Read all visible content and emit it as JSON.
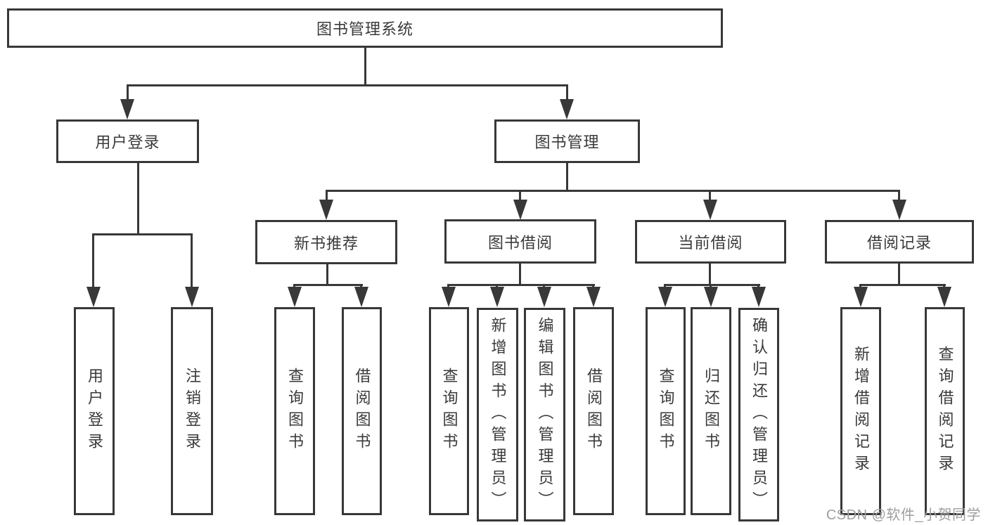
{
  "diagram": {
    "root": {
      "label": "图书管理系统"
    },
    "level2": [
      {
        "label": "用户登录"
      },
      {
        "label": "图书管理"
      }
    ],
    "level3": [
      {
        "label": "新书推荐"
      },
      {
        "label": "图书借阅"
      },
      {
        "label": "当前借阅"
      },
      {
        "label": "借阅记录"
      }
    ],
    "leaves": {
      "user_login": [
        {
          "label": "用户登录"
        },
        {
          "label": "注销登录"
        }
      ],
      "new_book_recommend": [
        {
          "label": "查询图书"
        },
        {
          "label": "借阅图书"
        }
      ],
      "book_borrowing": [
        {
          "label": "查询图书"
        },
        {
          "label": "新增图书（管理员）"
        },
        {
          "label": "编辑图书（管理员）"
        },
        {
          "label": "借阅图书"
        }
      ],
      "current_borrowing": [
        {
          "label": "查询图书"
        },
        {
          "label": "归还图书"
        },
        {
          "label": "确认归还（管理员）"
        }
      ],
      "borrowing_records": [
        {
          "label": "新增借阅记录"
        },
        {
          "label": "查询借阅记录"
        }
      ]
    }
  },
  "watermark": {
    "text": "CSDN @软件_小贺同学"
  },
  "colors": {
    "line": "#383838",
    "text": "#3a3a3a",
    "watermark": "#9e9e9e",
    "background": "#ffffff"
  }
}
